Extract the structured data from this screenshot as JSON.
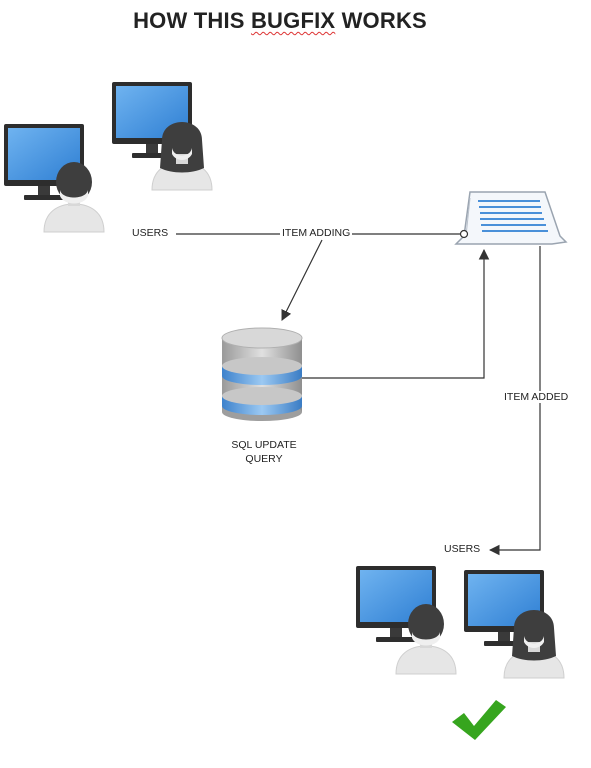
{
  "title": {
    "prefix": "HOW THIS ",
    "highlight": "BUGFIX",
    "suffix": " WORKS"
  },
  "labels": {
    "users_top": "USERS",
    "item_adding": "ITEM ADDING",
    "sql_line1": "SQL UPDATE",
    "sql_line2": "QUERY",
    "item_added": "ITEM ADDED",
    "users_bottom": "USERS"
  },
  "colors": {
    "screen": "#3d8ee0",
    "monitor": "#3a3a3a",
    "db_body": "#c9c9c9",
    "db_band": "#6aa8e6",
    "checkmark": "#36a51e",
    "line": "#333333"
  },
  "icons": [
    "user-workstation-icon",
    "database-icon",
    "document-list-icon",
    "checkmark-icon"
  ]
}
